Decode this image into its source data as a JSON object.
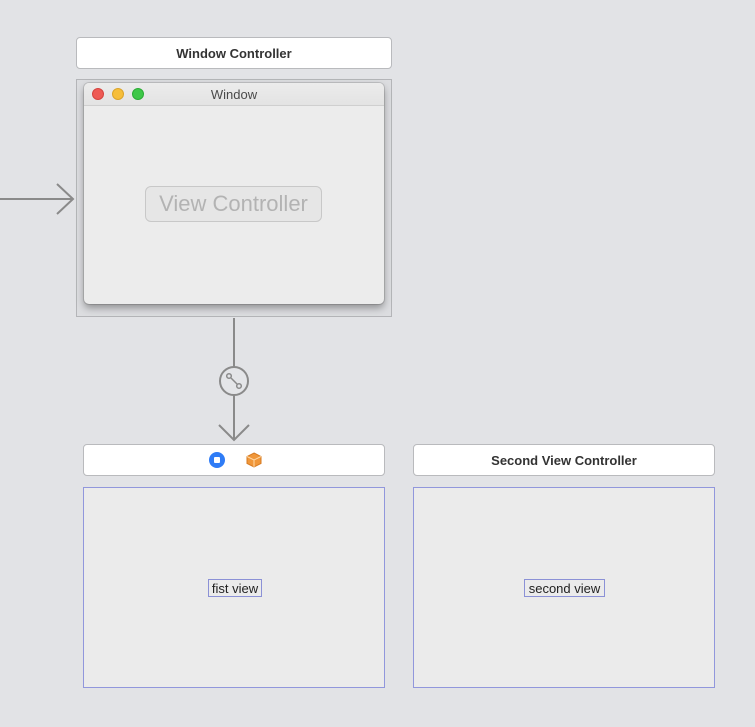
{
  "window_controller": {
    "title": "Window Controller",
    "window_title": "Window",
    "content_label": "View Controller"
  },
  "first_scene": {
    "view_label": "fist view",
    "icons": [
      "first-responder-icon",
      "view-controller-cube-icon"
    ]
  },
  "second_scene": {
    "title": "Second View Controller",
    "view_label": "second view"
  },
  "colors": {
    "canvas": "#e2e3e6",
    "view_border": "#9197dc",
    "segue_line": "#8a8a8a",
    "first_responder": "#2f7cf6",
    "object_cube": "#f0973a"
  }
}
